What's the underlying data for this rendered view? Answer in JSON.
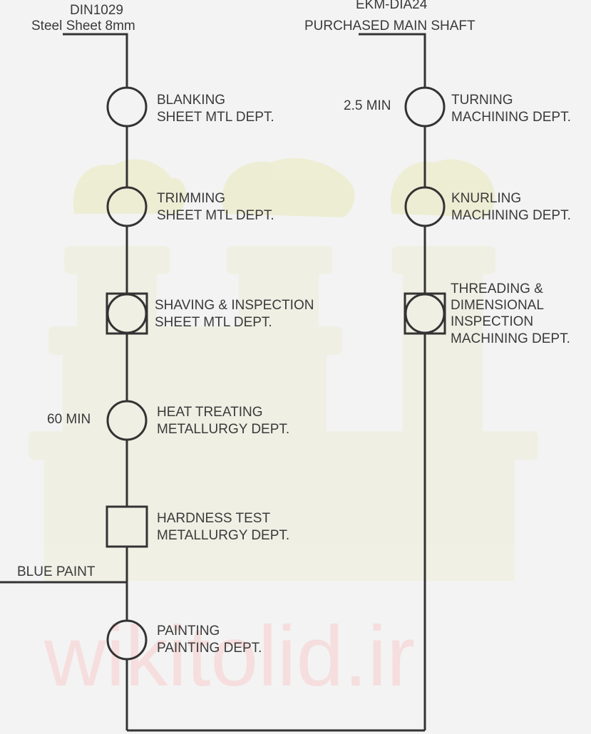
{
  "watermark": "wikitolid.ir",
  "left_material": {
    "line1": "DIN1029",
    "line2": "Steel Sheet 8mm"
  },
  "right_material": {
    "line1": "EKM-DIA24",
    "line2": "PURCHASED MAIN SHAFT"
  },
  "left_ops": [
    {
      "type": "operation",
      "line1": "BLANKING",
      "line2": "SHEET MTL DEPT.",
      "time": ""
    },
    {
      "type": "operation",
      "line1": "TRIMMING",
      "line2": "SHEET MTL DEPT.",
      "time": ""
    },
    {
      "type": "combined",
      "line1": "SHAVING & INSPECTION",
      "line2": "SHEET MTL DEPT.",
      "time": ""
    },
    {
      "type": "operation",
      "line1": "HEAT TREATING",
      "line2": "METALLURGY DEPT.",
      "time": "60 MIN"
    },
    {
      "type": "inspection",
      "line1": "HARDNESS TEST",
      "line2": "METALLURGY DEPT.",
      "time": ""
    },
    {
      "type": "operation",
      "line1": "PAINTING",
      "line2": "PAINTING DEPT.",
      "time": ""
    }
  ],
  "right_ops": [
    {
      "type": "operation",
      "line1": "TURNING",
      "line2": "MACHINING DEPT.",
      "time": "2.5 MIN"
    },
    {
      "type": "operation",
      "line1": "KNURLING",
      "line2": "MACHINING DEPT.",
      "time": ""
    },
    {
      "type": "combined",
      "line1": "THREADING &",
      "line2": "DIMENSIONAL",
      "line3": "INSPECTION",
      "line4": "MACHINING DEPT.",
      "time": ""
    }
  ],
  "side_input": {
    "label": "BLUE PAINT"
  }
}
